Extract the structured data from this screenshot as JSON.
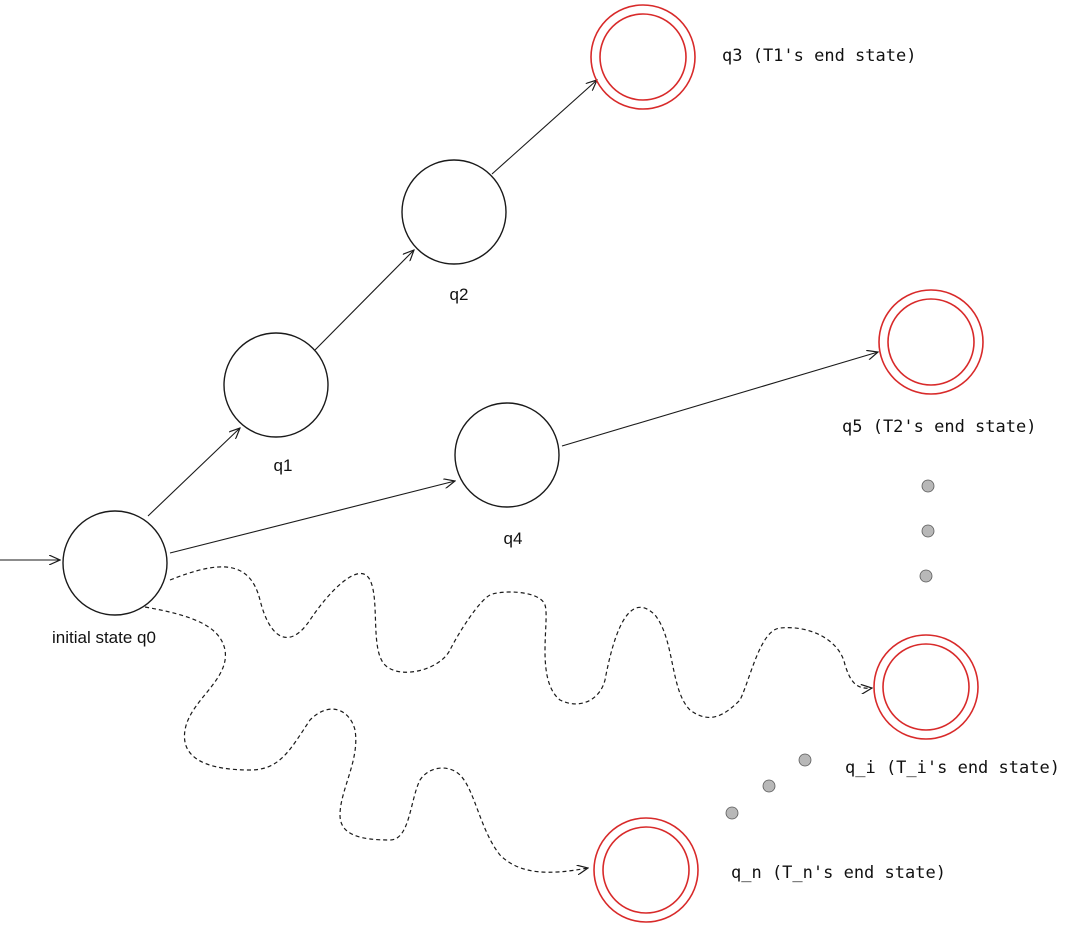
{
  "states": {
    "q0": {
      "label": "initial state q0",
      "kind": "initial"
    },
    "q1": {
      "label": "q1",
      "kind": "normal"
    },
    "q2": {
      "label": "q2",
      "kind": "normal"
    },
    "q3": {
      "label": "q3 (T1's end state)",
      "kind": "end"
    },
    "q4": {
      "label": "q4",
      "kind": "normal"
    },
    "q5": {
      "label": "q5 (T2's end state)",
      "kind": "end"
    },
    "qi": {
      "label": "q_i (T_i's end state)",
      "kind": "end"
    },
    "qn": {
      "label": "q_n (T_n's end state)",
      "kind": "end"
    }
  },
  "transitions": [
    {
      "from": "q0",
      "to": "q1",
      "style": "solid"
    },
    {
      "from": "q1",
      "to": "q2",
      "style": "solid"
    },
    {
      "from": "q2",
      "to": "q3",
      "style": "solid"
    },
    {
      "from": "q0",
      "to": "q4",
      "style": "solid"
    },
    {
      "from": "q4",
      "to": "q5",
      "style": "solid"
    },
    {
      "from": "q0",
      "to": "qi",
      "style": "dashed"
    },
    {
      "from": "q0",
      "to": "qn",
      "style": "dashed"
    }
  ],
  "colors": {
    "end_state": "#d82a2a",
    "normal_state": "#1a1a1a",
    "ellipsis_dot": "#b8b8b8"
  }
}
